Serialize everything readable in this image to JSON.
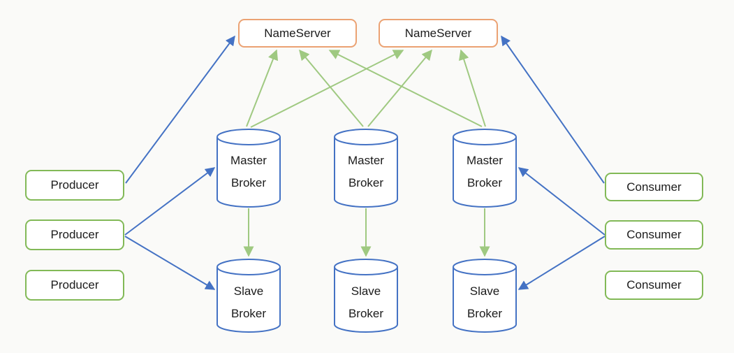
{
  "colors": {
    "blue": "#4472C4",
    "orange": "#EBA273",
    "green_box": "#82B957",
    "green_arrow": "#9FC981",
    "text": "#1B1B1B",
    "node_fill": "#FFFFFF",
    "background": "#FAFAF8"
  },
  "nameservers": [
    {
      "label": "NameServer"
    },
    {
      "label": "NameServer"
    }
  ],
  "producers": [
    {
      "label": "Producer"
    },
    {
      "label": "Producer"
    },
    {
      "label": "Producer"
    }
  ],
  "consumers": [
    {
      "label": "Consumer"
    },
    {
      "label": "Consumer"
    },
    {
      "label": "Consumer"
    }
  ],
  "master_brokers": [
    {
      "line1": "Master",
      "line2": "Broker"
    },
    {
      "line1": "Master",
      "line2": "Broker"
    },
    {
      "line1": "Master",
      "line2": "Broker"
    }
  ],
  "slave_brokers": [
    {
      "line1": "Slave",
      "line2": "Broker"
    },
    {
      "line1": "Slave",
      "line2": "Broker"
    },
    {
      "line1": "Slave",
      "line2": "Broker"
    }
  ]
}
